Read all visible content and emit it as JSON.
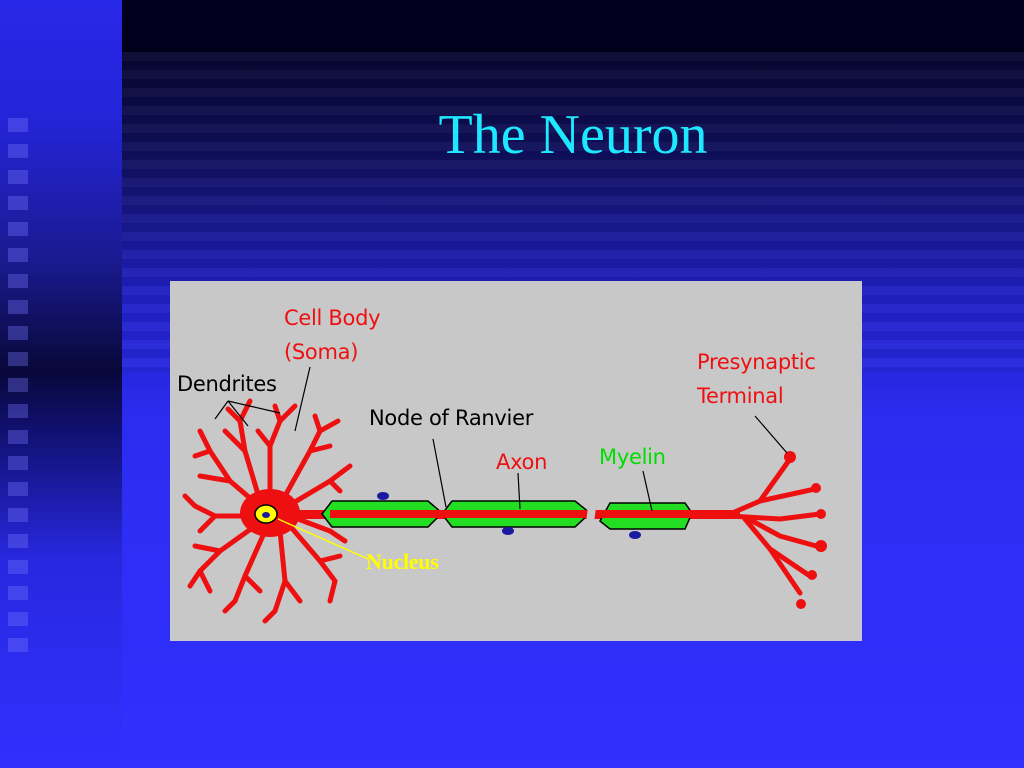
{
  "slide": {
    "title": "The Neuron"
  },
  "diagram": {
    "labels": {
      "cell_body_line1": "Cell Body",
      "cell_body_line2": "(Soma)",
      "dendrites": "Dendrites",
      "node_of_ranvier": "Node of Ranvier",
      "axon": "Axon",
      "myelin": "Myelin",
      "presynaptic_line1": "Presynaptic",
      "presynaptic_line2": "Terminal",
      "nucleus": "Nucleus"
    },
    "colors": {
      "background": "#c8c8c8",
      "neuron": "#ee1010",
      "myelin": "#22dd22",
      "nucleus_fill": "#ffff00",
      "schwann_nucleus": "#1a1aa0",
      "label_red": "#ee1010",
      "label_green": "#00dd00",
      "label_yellow": "#ffff00"
    }
  },
  "theme": {
    "title_color": "#1ee8ff",
    "background_color": "#3030ff"
  }
}
